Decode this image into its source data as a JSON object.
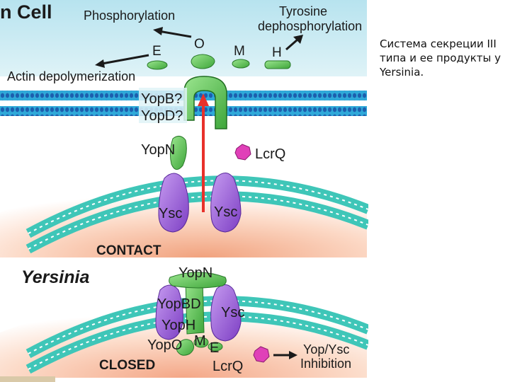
{
  "caption": "Система секреции III типа и ее продукты у Yersinia.",
  "diagram": {
    "host_cell_label": "n Cell",
    "phosphorylation": "Phosphorylation",
    "tyrosine_line1": "Tyrosine",
    "tyrosine_line2": "dephosphorylation",
    "actin": "Actin depolymerization",
    "yop_e": "E",
    "yop_o": "O",
    "yop_m": "M",
    "yop_h": "H",
    "yopb_q": "YopB?",
    "yopd_q": "YopD?",
    "yopn": "YopN",
    "lcrq": "LcrQ",
    "ysc_left": "Ysc",
    "ysc_right": "Ysc",
    "contact": "CONTACT",
    "yersinia": "Yersinia",
    "closed": "CLOSED",
    "closed_yopn": "YopN",
    "closed_yopbd": "YopBD",
    "closed_ysc": "Ysc",
    "closed_yoph": "YopH",
    "closed_yopo": "YopO",
    "closed_m": "M",
    "closed_e": "E",
    "closed_lcrq": "LcrQ",
    "inhibition_line1": "Yop/Ysc",
    "inhibition_line2": "Inhibition"
  },
  "colors": {
    "membrane": "#3fc6b8",
    "protein_green": "#5ec454",
    "protein_purple": "#9a5fd8",
    "lcrq_magenta": "#e040b8",
    "arrow_red": "#e8312a"
  }
}
